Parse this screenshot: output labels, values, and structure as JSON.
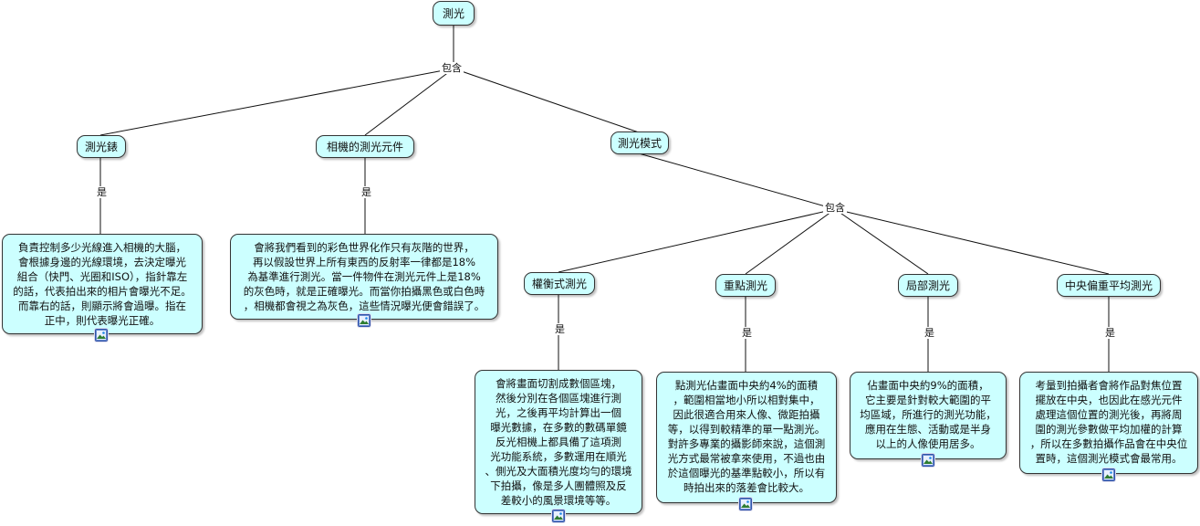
{
  "concepts": {
    "root": "測光",
    "meter": "測光錶",
    "camera_element": "相機的測光元件",
    "mode": "測光模式",
    "weighted": "權衡式測光",
    "spot": "重點測光",
    "partial": "局部測光",
    "center": "中央偏重平均測光"
  },
  "links": {
    "root_contains": "包含",
    "meter_is": "是",
    "camera_is": "是",
    "mode_contains": "包含",
    "weighted_is": "是",
    "spot_is": "是",
    "partial_is": "是",
    "center_is": "是"
  },
  "descriptions": {
    "meter": [
      "負責控制多少光線進入相機的大腦，",
      "會根據身邊的光線環境，去決定曝光",
      "組合（快門、光圈和ISO），指針靠左",
      "的話，代表拍出來的相片會曝光不足。",
      "而靠右的話，則顯示將會過曝。指在",
      "正中，則代表曝光正確。"
    ],
    "camera_element": [
      "會將我們看到的彩色世界化作只有灰階的世界，",
      "再以假設世界上所有東西的反射率一律都是18%",
      "為基準進行測光。當一件物件在測光元件上是18%",
      "的灰色時，就是正確曝光。而當你拍攝黑色或白色時",
      "，相機都會視之為灰色，這些情況曝光便會錯誤了。"
    ],
    "weighted": [
      "會將畫面切割成數個區塊，",
      "然後分別在各個區塊進行測",
      "光，之後再平均計算出一個",
      "曝光數據，在多數的數碼單鏡",
      "反光相機上都具備了這項測",
      "光功能系統，多數運用在順光",
      "、側光及大面積光度均勻的環境",
      "下拍攝，像是多人團體照及反",
      "差較小的風景環境等等。"
    ],
    "spot": [
      "點測光佔畫面中央約4%的面積",
      "，範圍相當地小所以相對集中，",
      "因此很適合用來人像、微距拍攝",
      "等，以得到較精準的單一點測光。",
      "對許多專業的攝影師來說，這個測",
      "光方式最常被拿來使用，不過也由",
      "於這個曝光的基準點較小，所以有",
      "時拍出來的落差會比較大。"
    ],
    "partial": [
      "佔畫面中央約9%的面積，",
      "它主要是針對較大範圍的平",
      "均區域，所進行的測光功能，",
      "應用在生態、活動或是半身",
      "以上的人像使用居多。"
    ],
    "center": [
      "考量到拍攝者會將作品對焦位置",
      "擺放在中央，也因此在感光元件",
      "處理這個位置的測光後，再將周",
      "圍的測光參數做平均加權的計算",
      "，所以在多數拍攝作品會在中央位",
      "置時，這個測光模式會最常用。"
    ]
  },
  "icons": {
    "resource": "image-resource-icon"
  }
}
